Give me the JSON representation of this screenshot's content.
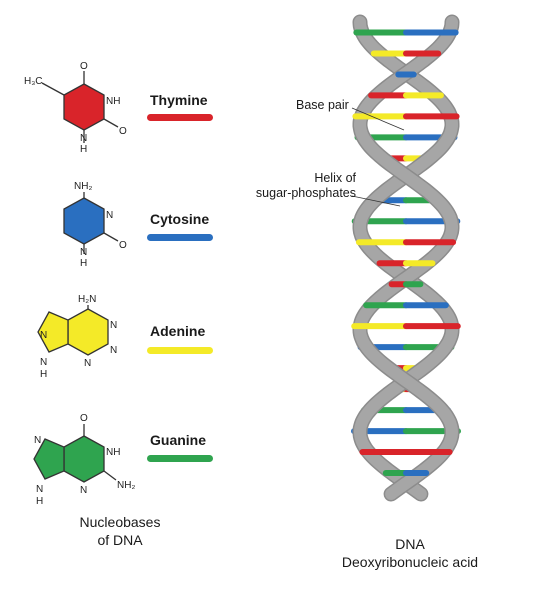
{
  "colors": {
    "thymine": "#d9242a",
    "cytosine": "#2a6fc0",
    "adenine": "#f4ea28",
    "guanine": "#2fa44f",
    "backbone": "#a6a6a6"
  },
  "nucleobases": {
    "caption_line1": "Nucleobases",
    "caption_line2": "of DNA",
    "items": [
      {
        "name": "Thymine",
        "color": "thymine",
        "atoms": {
          "methyl": "H₃C",
          "o_top": "O",
          "nh": "NH",
          "o_right": "O",
          "n_bottom": "N",
          "h_bottom": "H"
        }
      },
      {
        "name": "Cytosine",
        "color": "cytosine",
        "atoms": {
          "nh2": "NH₂",
          "n_right": "N",
          "o_right": "O",
          "n_bottom": "N",
          "h_bottom": "H"
        }
      },
      {
        "name": "Adenine",
        "color": "adenine",
        "atoms": {
          "h2n": "H₂N",
          "n1": "N",
          "n2": "N",
          "n3": "N",
          "n4": "N",
          "nh": "N",
          "h": "H"
        }
      },
      {
        "name": "Guanine",
        "color": "guanine",
        "atoms": {
          "o_top": "O",
          "n1": "N",
          "nh_right": "NH",
          "n2": "N",
          "nh2": "NH₂",
          "nh": "N",
          "h": "H"
        }
      }
    ]
  },
  "dna": {
    "base_pair_label": "Base pair",
    "helix_label_line1": "Helix of",
    "helix_label_line2": "sugar-phosphates",
    "caption_line1": "DNA",
    "caption_line2": "Deoxyribonucleic acid",
    "pairs": [
      [
        "guanine",
        "cytosine"
      ],
      [
        "adenine",
        "thymine"
      ],
      [
        "cytosine",
        "cytosine"
      ],
      [
        "thymine",
        "adenine"
      ],
      [
        "adenine",
        "thymine"
      ],
      [
        "guanine",
        "cytosine"
      ],
      [
        "thymine",
        "adenine"
      ],
      [
        "adenine",
        "thymine"
      ],
      [
        "cytosine",
        "guanine"
      ],
      [
        "guanine",
        "cytosine"
      ],
      [
        "adenine",
        "thymine"
      ],
      [
        "thymine",
        "adenine"
      ],
      [
        "thymine",
        "guanine"
      ],
      [
        "guanine",
        "cytosine"
      ],
      [
        "adenine",
        "thymine"
      ],
      [
        "cytosine",
        "guanine"
      ],
      [
        "thymine",
        "adenine"
      ],
      [
        "adenine",
        "thymine"
      ],
      [
        "guanine",
        "cytosine"
      ],
      [
        "cytosine",
        "guanine"
      ],
      [
        "thymine",
        "thymine"
      ],
      [
        "guanine",
        "cytosine"
      ]
    ]
  }
}
